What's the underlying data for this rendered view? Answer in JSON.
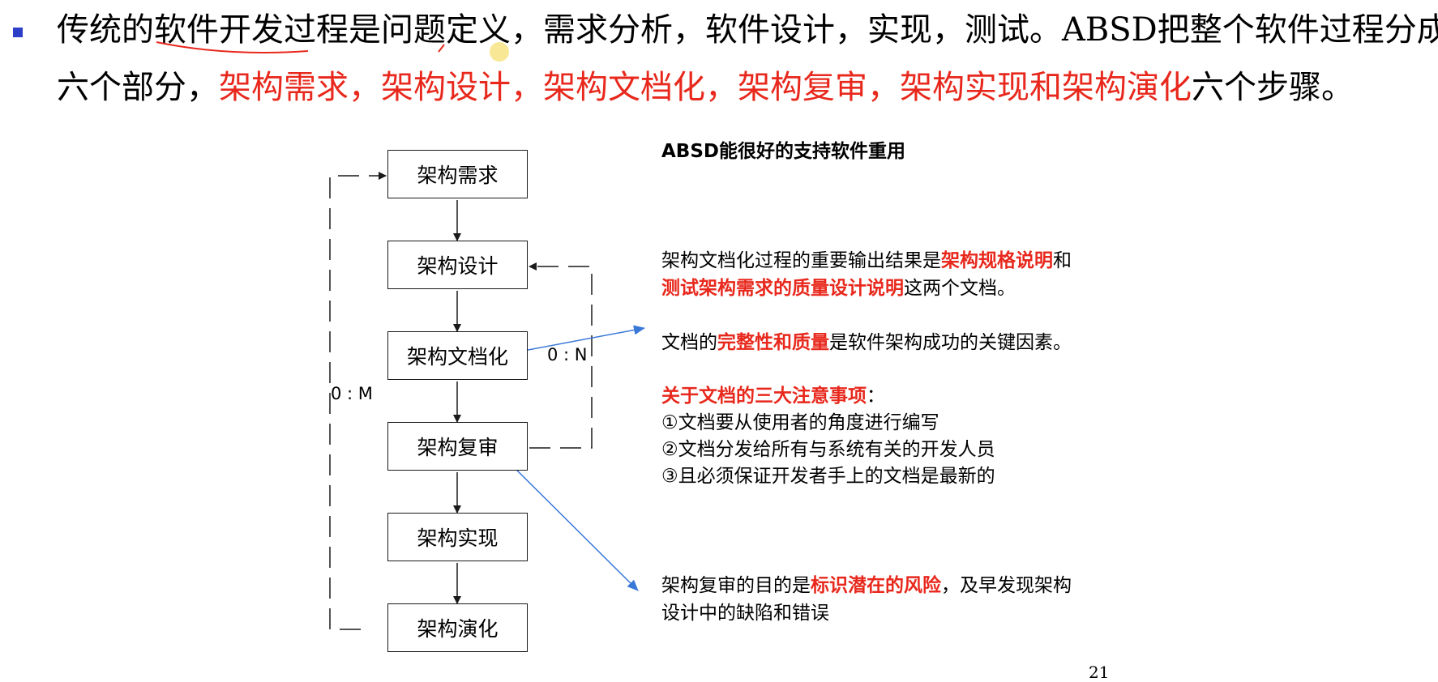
{
  "intro": {
    "line1_parts": [
      "传统的",
      "软件开发",
      "过程是问题定义，需求分析，软件设计，实现，测试。ABSD把整个软件过程分成"
    ],
    "line2_prefix": "六个部分，",
    "line2_red": "架构需求，架构设计，架构文档化，架构复审，架构实现和架构演化",
    "line2_suffix": "六个步骤。"
  },
  "flow": {
    "steps": [
      "架构需求",
      "架构设计",
      "架构文档化",
      "架构复审",
      "架构实现",
      "架构演化"
    ],
    "loop_m_label": "0 : M",
    "loop_n_label": "0 : N"
  },
  "notes": {
    "heading": "ABSD能很好的支持软件重用",
    "doc_output": {
      "prefix": "架构文档化过程的重要输出结果是",
      "red1": "架构规格说明",
      "mid": "和",
      "red2": "测试架构需求的质量设计说明",
      "suffix": "这两个文档。"
    },
    "doc_key": {
      "prefix": "文档的",
      "red": "完整性和质量",
      "suffix": "是软件架构成功的关键因素。"
    },
    "attention": {
      "title_red": "关于文档的三大注意事项",
      "title_suffix": "：",
      "items": [
        "①文档要从使用者的角度进行编写",
        "②文档分发给所有与系统有关的开发人员",
        "③且必须保证开发者手上的文档是最新的"
      ]
    },
    "review": {
      "prefix": "架构复审的目的是",
      "red": "标识潜在的风险",
      "suffix": "，及早发现架构",
      "line2": "设计中的缺陷和错误"
    }
  },
  "page_number": "21",
  "colors": {
    "red": "#e8281c",
    "bullet": "#2d3fc7",
    "arrow_blue": "#3a78d8"
  }
}
